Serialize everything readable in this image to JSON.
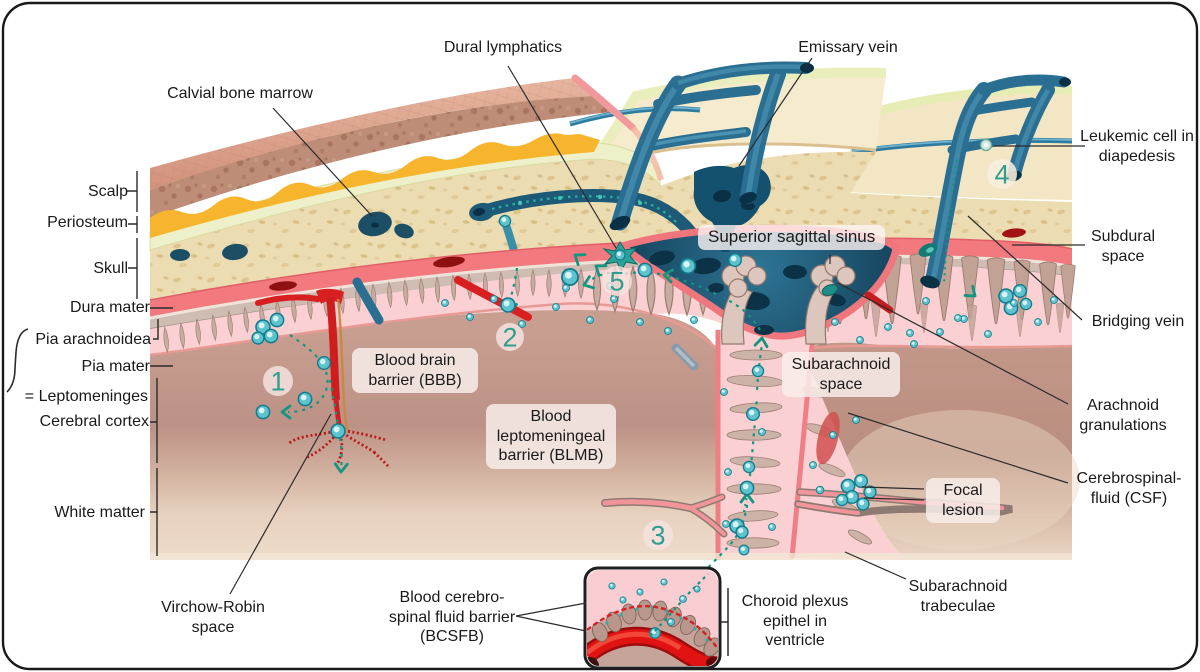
{
  "figure": {
    "layers": {
      "scalp": "Scalp",
      "periosteum": "Periosteum",
      "skull": "Skull",
      "dura_mater": "Dura mater",
      "pia_arachnoidea": "Pia arachnoidea",
      "pia_mater": "Pia mater",
      "leptomeninges": "= Leptomeninges",
      "cerebral_cortex": "Cerebral cortex",
      "white_matter": "White matter"
    },
    "structures": {
      "calvial_bone_marrow": "Calvial bone marrow",
      "dural_lymphatics": "Dural lymphatics",
      "emissary_vein": "Emissary vein",
      "leukemic_cell": "Leukemic cell in diapedesis",
      "subdural_space": "Subdural space",
      "bridging_vein": "Bridging vein",
      "arachnoid_granulations": "Arachnoid granulations",
      "csf": "Cerebrospinal-fluid (CSF)",
      "superior_sagittal_sinus": "Superior sagittal sinus",
      "subarachnoid_space": "Subarachnoid space",
      "bbb": "Blood brain barrier (BBB)",
      "blmb": "Blood leptomeningeal barrier (BLMB)",
      "focal_lesion": "Focal lesion",
      "subarachnoid_trabeculae": "Subarachnoid trabeculae",
      "virchow_robin": "Virchow-Robin space",
      "bcsfb": "Blood cerebro-spinal fluid barrier (BCSFB)",
      "choroid_plexus": "Choroid plexus epithel in ventricle"
    },
    "routes": {
      "n1": "1",
      "n2": "2",
      "n3": "3",
      "n4": "4",
      "n5": "5"
    },
    "colors": {
      "leukemic_cell": "#5ec3ce",
      "migration_path": "#12967f",
      "vein_blue": "#2a6f92",
      "artery_red": "#d92020",
      "sinus_blue": "#175371",
      "dura_salmon": "#f2797e",
      "bone_beige": "#ecdcb2",
      "csf_pink": "#fbd0d3",
      "route_number": "#2f9e8f"
    }
  }
}
